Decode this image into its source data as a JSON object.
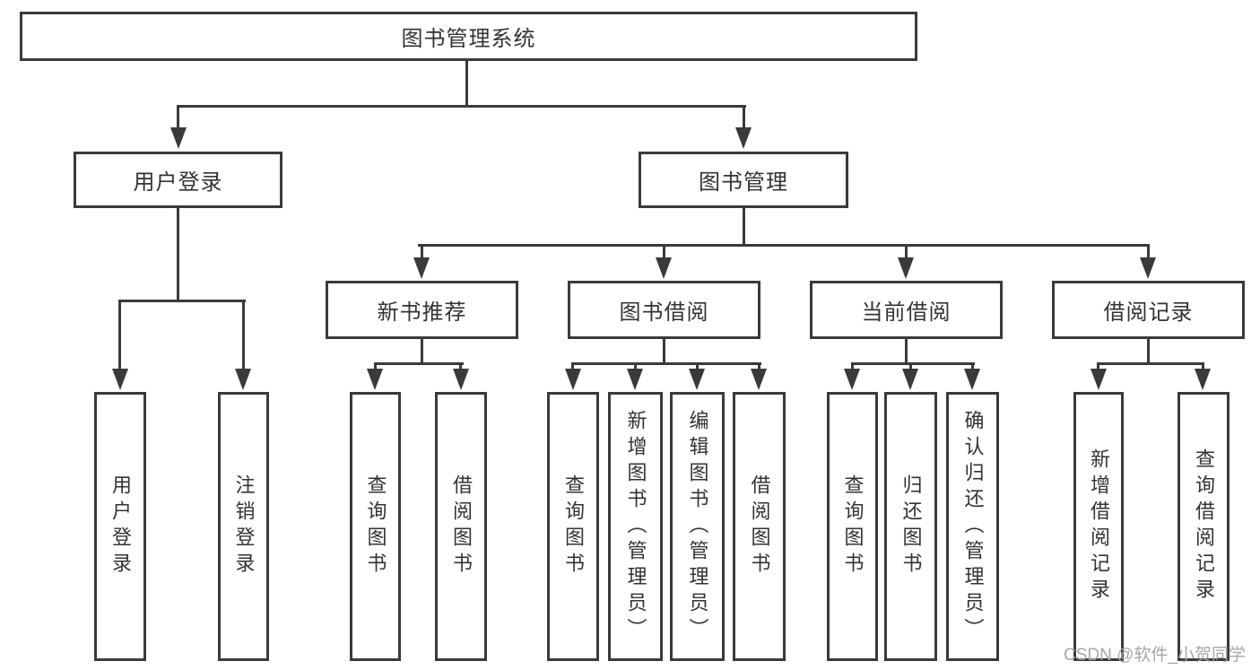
{
  "colors": {
    "line": "#3a3a3a",
    "box_border": "#3a3a3a",
    "text": "#333333",
    "background": "#ffffff",
    "watermark": "#a6a6a6"
  },
  "watermark": {
    "text": "CSDN @软件_小贺同学"
  },
  "tree": {
    "label": "图书管理系统",
    "children": [
      {
        "label": "用户登录",
        "children": [
          {
            "label": "用户登录"
          },
          {
            "label": "注销登录"
          }
        ]
      },
      {
        "label": "图书管理",
        "children": [
          {
            "label": "新书推荐",
            "children": [
              {
                "label": "查询图书"
              },
              {
                "label": "借阅图书"
              }
            ]
          },
          {
            "label": "图书借阅",
            "children": [
              {
                "label": "查询图书"
              },
              {
                "label": "新增图书（管理员）"
              },
              {
                "label": "编辑图书（管理员）"
              },
              {
                "label": "借阅图书"
              }
            ]
          },
          {
            "label": "当前借阅",
            "children": [
              {
                "label": "查询图书"
              },
              {
                "label": "归还图书"
              },
              {
                "label": "确认归还（管理员）"
              }
            ]
          },
          {
            "label": "借阅记录",
            "children": [
              {
                "label": "新增借阅记录"
              },
              {
                "label": "查询借阅记录"
              }
            ]
          }
        ]
      }
    ]
  }
}
